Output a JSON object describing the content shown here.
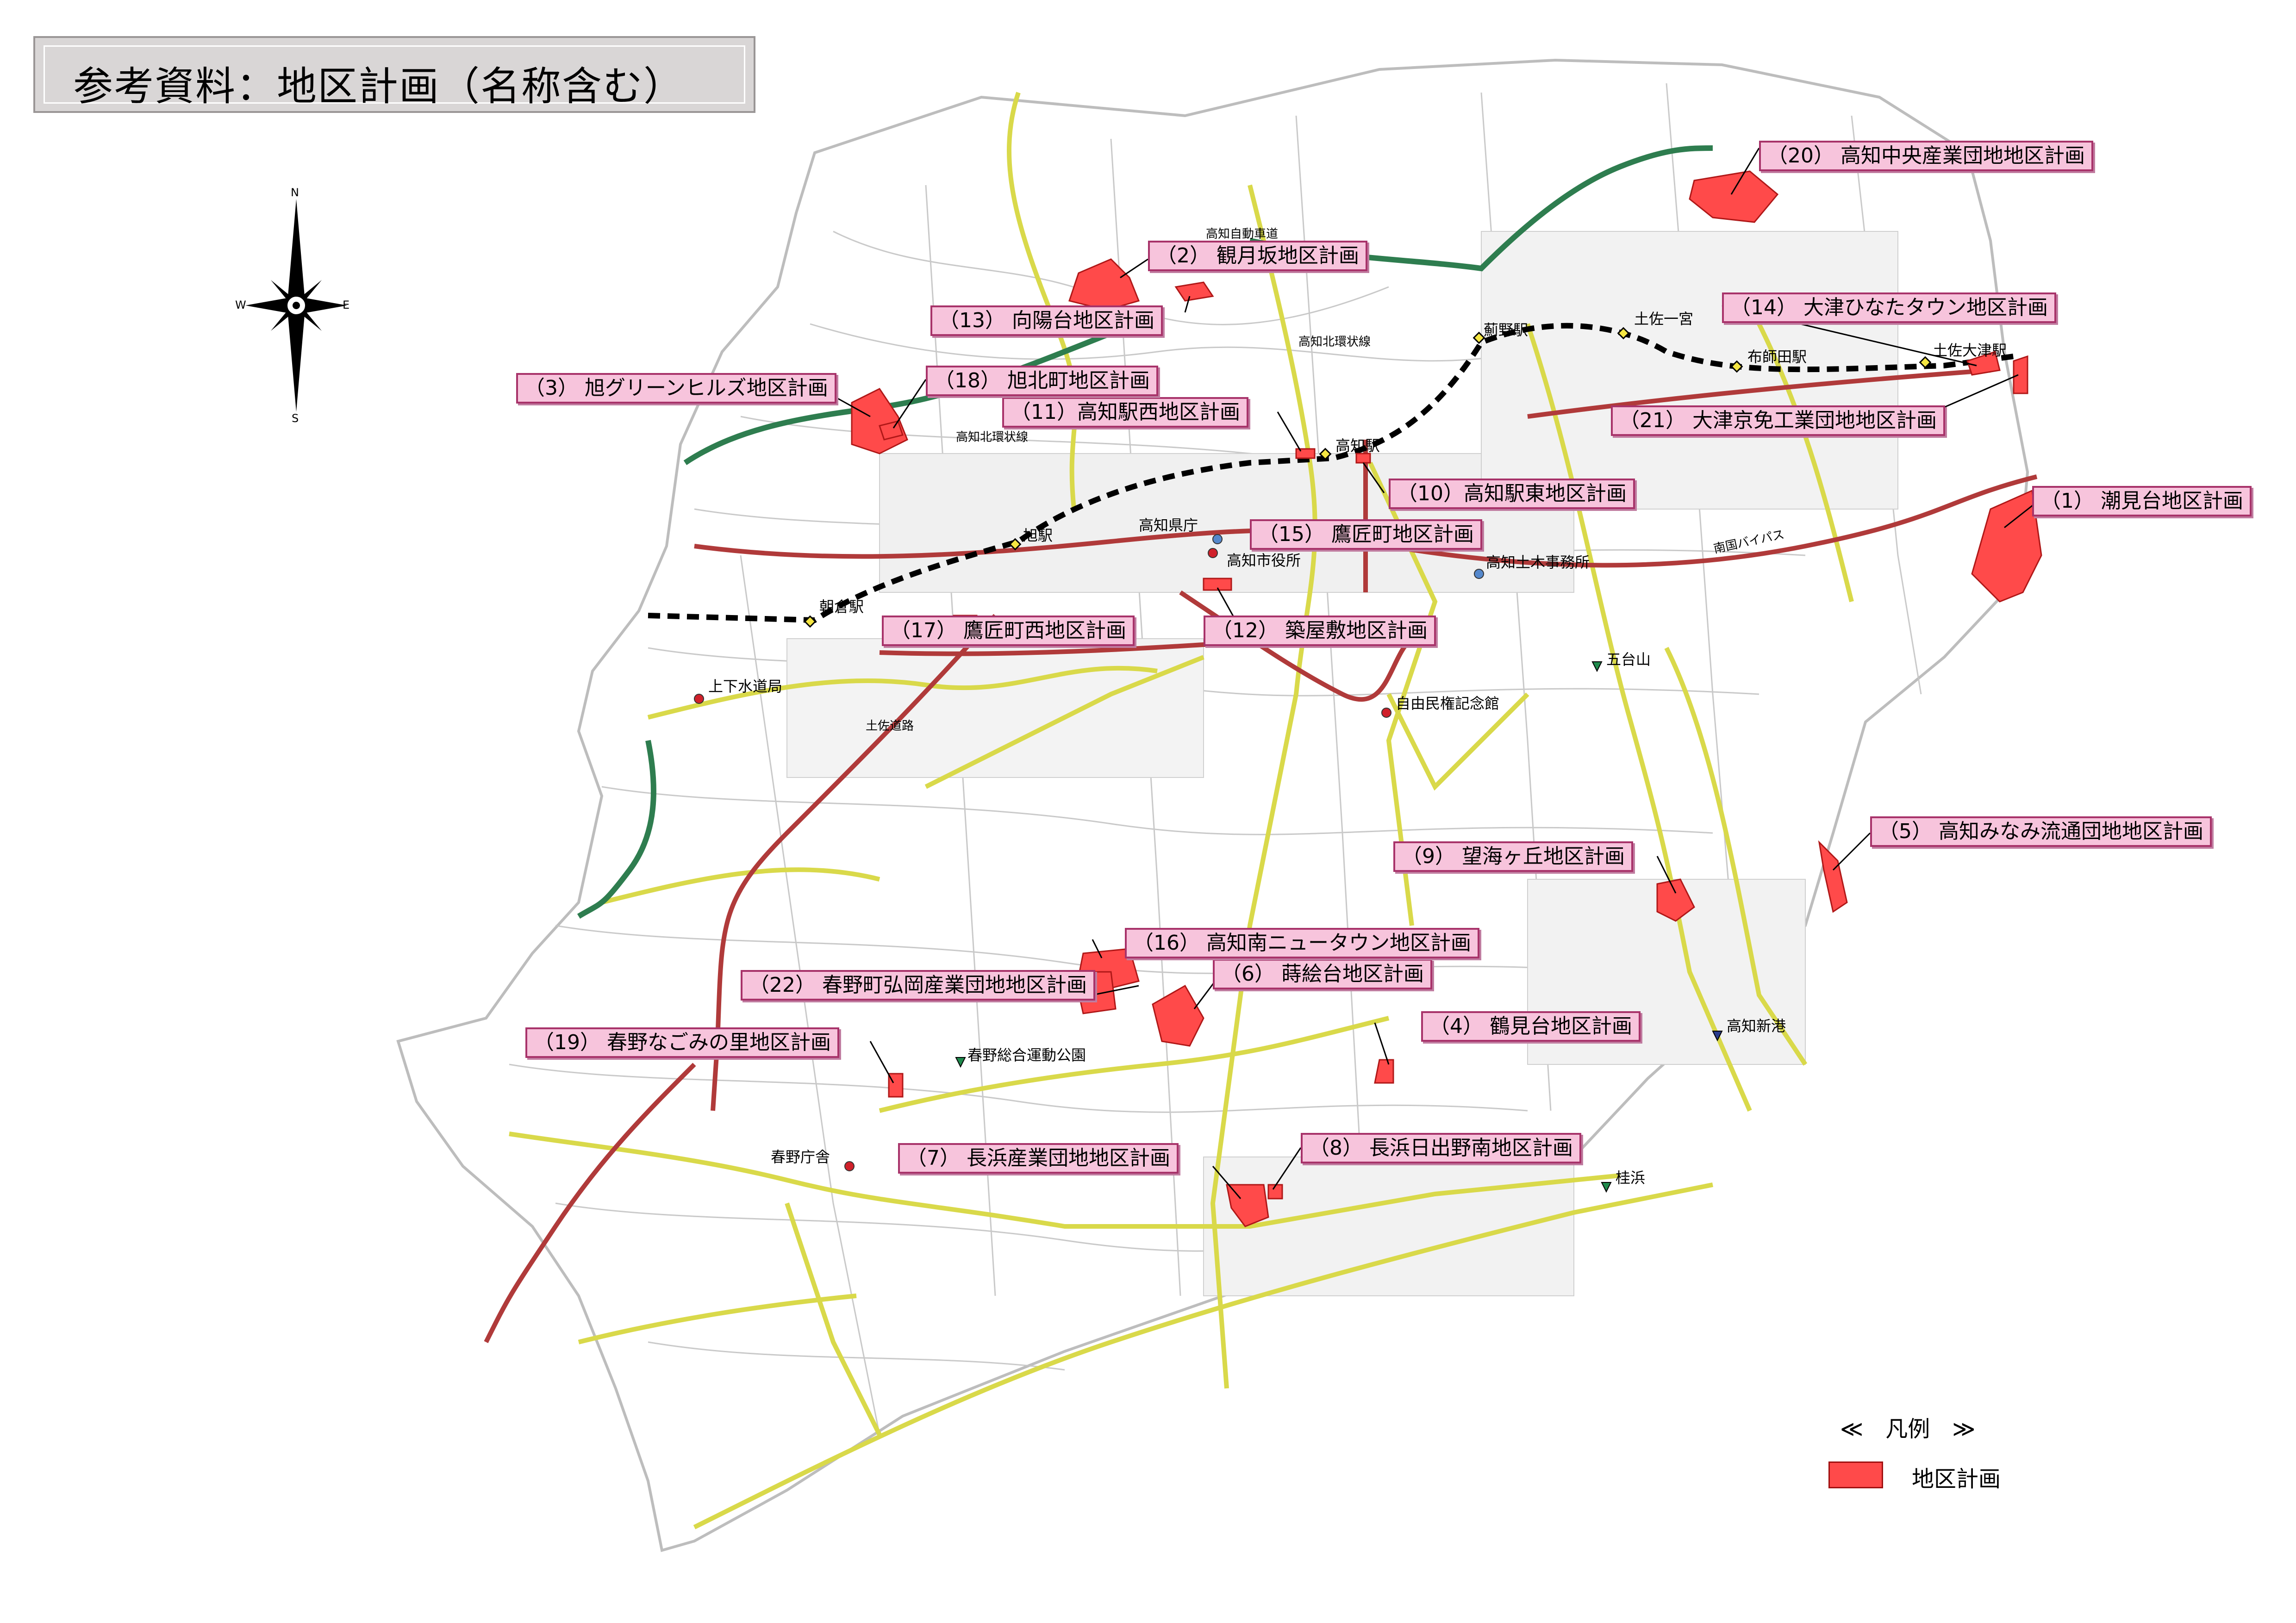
{
  "title": "参考資料：地区計画（名称含む）",
  "compass": {
    "n": "N",
    "s": "S",
    "e": "E",
    "w": "W"
  },
  "legend": {
    "title": "≪　凡例　≫",
    "item": "地区計画",
    "color": "#ff4a4a"
  },
  "colors": {
    "district": "#ff4a4a",
    "label_fill": "#f7c4dc",
    "label_border": "#a8336a",
    "railway": "#000000",
    "expressway": "#2e7d4f",
    "national_road": "#b03a3a",
    "major_road": "#d9d94a",
    "minor_road": "#b8b8b8"
  },
  "district_labels": [
    "（1） 潮見台地区計画",
    "（2） 観月坂地区計画",
    "（3） 旭グリーンヒルズ地区計画",
    "（4） 鶴見台地区計画",
    "（5） 高知みなみ流通団地地区計画",
    "（6） 蒔絵台地区計画",
    "（7） 長浜産業団地地区計画",
    "（8） 長浜日出野南地区計画",
    "（9） 望海ヶ丘地区計画",
    "（10）高知駅東地区計画",
    "（11）高知駅西地区計画",
    "（12） 築屋敷地区計画",
    "（13） 向陽台地区計画",
    "（14） 大津ひなたタウン地区計画",
    "（15） 鷹匠町地区計画",
    "（16） 高知南ニュータウン地区計画",
    "（17） 鷹匠町西地区計画",
    "（18） 旭北町地区計画",
    "（19） 春野なごみの里地区計画",
    "（20） 高知中央産業団地地区計画",
    "（21） 大津京免工業団地地区計画",
    "（22） 春野町弘岡産業団地地区計画"
  ],
  "places": {
    "station_kochi": "高知駅",
    "station_asahi": "旭駅",
    "station_asakura": "朝倉駅",
    "station_hariyama": "薊野駅",
    "station_tosaichinomiya": "土佐一宮",
    "station_nunoshida": "布師田駅",
    "station_tosaotsu": "土佐大津駅",
    "pref_office": "高知県庁",
    "city_hall": "高知市役所",
    "civil_office": "高知土木事務所",
    "water_bureau": "上下水道局",
    "jiyuminken": "自由民権記念館",
    "godaisan": "五台山",
    "shinko": "高知新港",
    "katsurahama": "桂浜",
    "haruno_park": "春野総合運動公園",
    "haruno_office": "春野庁舎"
  },
  "roads": {
    "expressway": "高知自動車道",
    "north_ring": "高知北環状線",
    "north_ring2": "高知北環状線",
    "nankoku_bypass": "南国バイパス",
    "tosa_road": "土佐道路"
  }
}
